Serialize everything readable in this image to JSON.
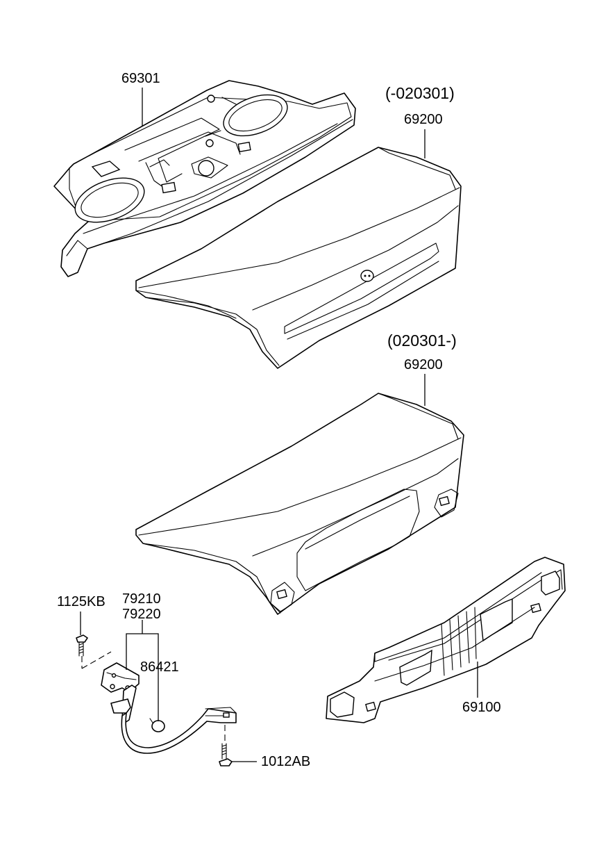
{
  "labels": {
    "shelf_part": "69301",
    "lid_upper_range": "(-020301)",
    "lid_upper_part": "69200",
    "lid_lower_range": "(020301-)",
    "lid_lower_part": "69200",
    "bolt_left": "1125KB",
    "hinge_a": "79210",
    "hinge_b": "79220",
    "bumper": "86421",
    "bolt_bottom": "1012AB",
    "lower_panel": "69100"
  }
}
